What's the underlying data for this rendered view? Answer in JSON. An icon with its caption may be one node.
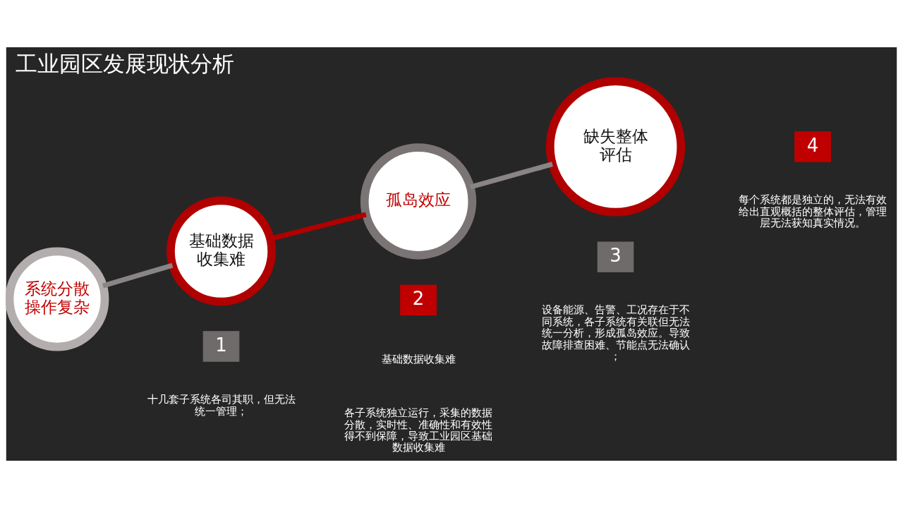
{
  "diagram": {
    "title": "工业园区发展现状分析",
    "nodes": [
      {
        "text": [
          "系统分散操作复杂"
        ]
      },
      {
        "text": [
          "基础数据收集难"
        ]
      },
      {
        "text": [
          "孤岛效应"
        ]
      },
      {
        "text": [
          "缺失整体评估"
        ]
      },
      {
        "text": [
          "1"
        ],
        "beside": [
          "十几套子系统各司其职，但无法统一管理；"
        ]
      },
      {
        "text": [
          "2"
        ],
        "beside": [
          "基础数据收集难",
          "各子系统独立运行，采集的数据分散，实时性、准确性和有效性得不到保障，导致工业园区基础数据收集难"
        ]
      },
      {
        "text": [
          "3"
        ],
        "beside": [
          "设备能源、告警、工况存在于不同系统，各子系统有关联但无法统一分析，形成孤岛效应。导致故障排查困难、节能点无法确认；"
        ]
      },
      {
        "text": [
          "4"
        ],
        "beside": [
          "每个系统都是独立的，无法有效给出直观概括的整体评估，管理层无法获知真实情况。"
        ]
      }
    ],
    "edges": [
      {
        "from": 0,
        "to": 1,
        "arrow": "none"
      },
      {
        "from": 1,
        "to": 2,
        "arrow": "none",
        "color": "#b00000"
      },
      {
        "from": 2,
        "to": 3,
        "arrow": "none"
      }
    ]
  }
}
